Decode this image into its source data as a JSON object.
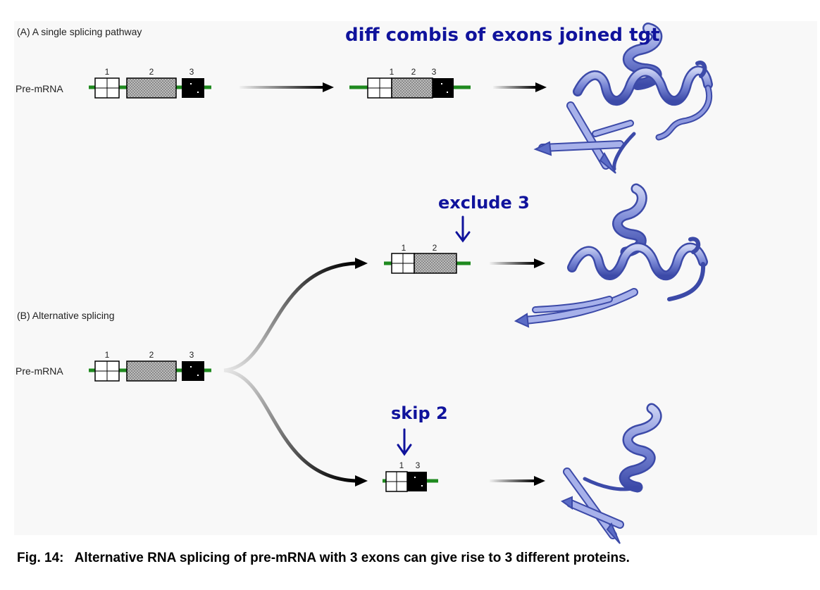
{
  "panel_a": {
    "title": "(A) A single splicing pathway",
    "pre_mrna_label": "Pre-mRNA",
    "exon_labels": [
      "1",
      "2",
      "3"
    ]
  },
  "panel_b": {
    "title": "(B) Alternative splicing",
    "pre_mrna_label": "Pre-mRNA",
    "exon_labels": [
      "1",
      "2",
      "3"
    ],
    "top_product_exons": [
      "1",
      "2"
    ],
    "bottom_product_exons": [
      "1",
      "3"
    ]
  },
  "annotations": {
    "top_note": "diff combis of exons joined tgt",
    "exclude_note": "exclude 3",
    "skip_note": "skip 2"
  },
  "caption": "Fig. 14:   Alternative RNA splicing of pre-mRNA with 3 exons can give rise to 3 different proteins.",
  "colors": {
    "intron_line": "#1f8a1f",
    "protein": "#5b6cc6",
    "handwriting": "#10139c"
  }
}
